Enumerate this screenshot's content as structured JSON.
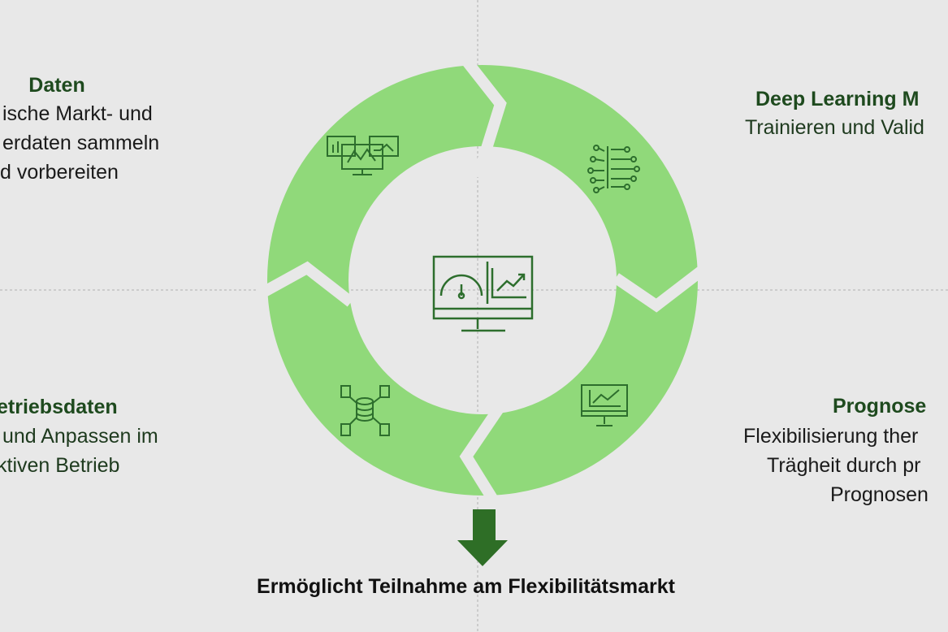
{
  "steps": {
    "daten": {
      "title": "Daten",
      "lines": [
        "ische Markt- und",
        "erdaten sammeln",
        "d vorbereiten"
      ]
    },
    "deep_learning": {
      "title": "Deep Learning M",
      "lines": [
        "Trainieren und Valid"
      ]
    },
    "prognose": {
      "title": "Prognose",
      "lines": [
        "Flexibilisierung ther",
        "Trägheit durch  pr",
        "Prognosen"
      ]
    },
    "betriebsdaten": {
      "title": "etriebsdaten",
      "lines": [
        " und Anpassen im",
        "ktiven Betrieb"
      ]
    }
  },
  "outcome": "Ermöglicht Teilnahme am Flexibilitätsmarkt",
  "colors": {
    "ring": "#90d97a",
    "icon": "#2d6e2d",
    "arrow": "#2e6e26",
    "heading": "#1e4a1e",
    "background": "#e8e8e8"
  }
}
